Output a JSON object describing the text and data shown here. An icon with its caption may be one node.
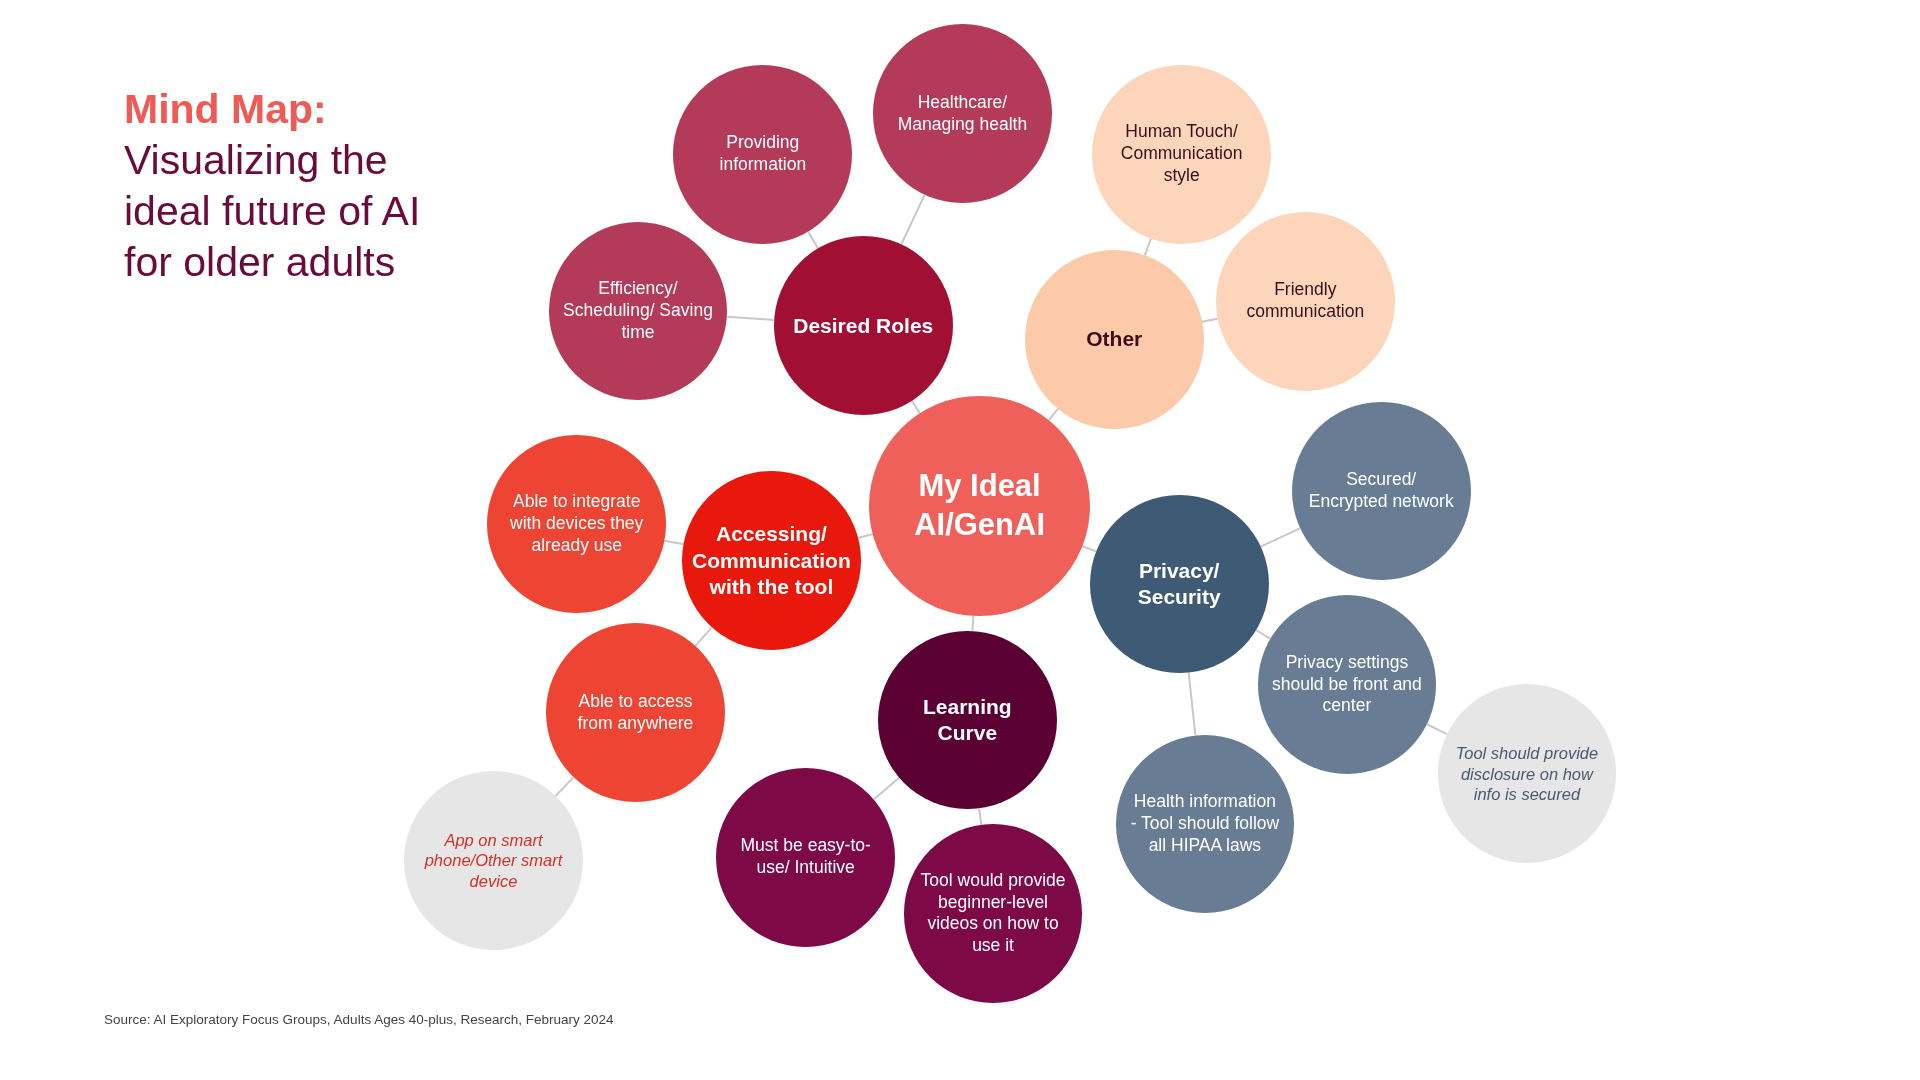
{
  "diagram": {
    "title": "**Mind Map:** Visualizing the ideal future of AI for older adults",
    "caption": "Source: AI Exploratory Focus Groups, Adults Ages 40-plus, Research, February 2024",
    "nodes": [
      {
        "text": [
          "My Ideal AI/GenAI"
        ]
      },
      {
        "text": [
          "Desired Roles"
        ]
      },
      {
        "text": [
          "Providing information"
        ]
      },
      {
        "text": [
          "Healthcare/ Managing health"
        ]
      },
      {
        "text": [
          "Efficiency/ Scheduling/ Saving time"
        ]
      },
      {
        "text": [
          "Other"
        ]
      },
      {
        "text": [
          "Human Touch/ Communication style"
        ]
      },
      {
        "text": [
          "Friendly communication"
        ]
      },
      {
        "text": [
          "Accessing/ Communication with the tool"
        ]
      },
      {
        "text": [
          "Able to integrate with devices they already use"
        ]
      },
      {
        "text": [
          "Able to access from anywhere"
        ]
      },
      {
        "text": [
          "App on smart phone/Other smart device"
        ]
      },
      {
        "text": [
          "Privacy/ Security"
        ]
      },
      {
        "text": [
          "Secured/ Encrypted network"
        ]
      },
      {
        "text": [
          "Privacy settings should be front and center"
        ]
      },
      {
        "text": [
          "Tool should provide disclosure on how info is secured"
        ]
      },
      {
        "text": [
          "Health information - Tool should follow all HIPAA laws"
        ]
      },
      {
        "text": [
          "Learning Curve"
        ]
      },
      {
        "text": [
          "Must be easy-to-use/ Intuitive"
        ]
      },
      {
        "text": [
          "Tool would provide beginner-level videos on how to use it"
        ]
      }
    ],
    "edges": [
      {
        "from": 0,
        "to": 1,
        "arrow": "none"
      },
      {
        "from": 0,
        "to": 5,
        "arrow": "none"
      },
      {
        "from": 0,
        "to": 8,
        "arrow": "none"
      },
      {
        "from": 0,
        "to": 12,
        "arrow": "none"
      },
      {
        "from": 0,
        "to": 17,
        "arrow": "none"
      },
      {
        "from": 1,
        "to": 2,
        "arrow": "none"
      },
      {
        "from": 1,
        "to": 3,
        "arrow": "none"
      },
      {
        "from": 1,
        "to": 4,
        "arrow": "none"
      },
      {
        "from": 5,
        "to": 6,
        "arrow": "none"
      },
      {
        "from": 5,
        "to": 7,
        "arrow": "none"
      },
      {
        "from": 8,
        "to": 9,
        "arrow": "none"
      },
      {
        "from": 8,
        "to": 10,
        "arrow": "none"
      },
      {
        "from": 10,
        "to": 11,
        "arrow": "none"
      },
      {
        "from": 12,
        "to": 13,
        "arrow": "none"
      },
      {
        "from": 12,
        "to": 14,
        "arrow": "none"
      },
      {
        "from": 12,
        "to": 16,
        "arrow": "none"
      },
      {
        "from": 14,
        "to": 15,
        "arrow": "none"
      },
      {
        "from": 17,
        "to": 18,
        "arrow": "none"
      },
      {
        "from": 17,
        "to": 19,
        "arrow": "none"
      }
    ]
  }
}
